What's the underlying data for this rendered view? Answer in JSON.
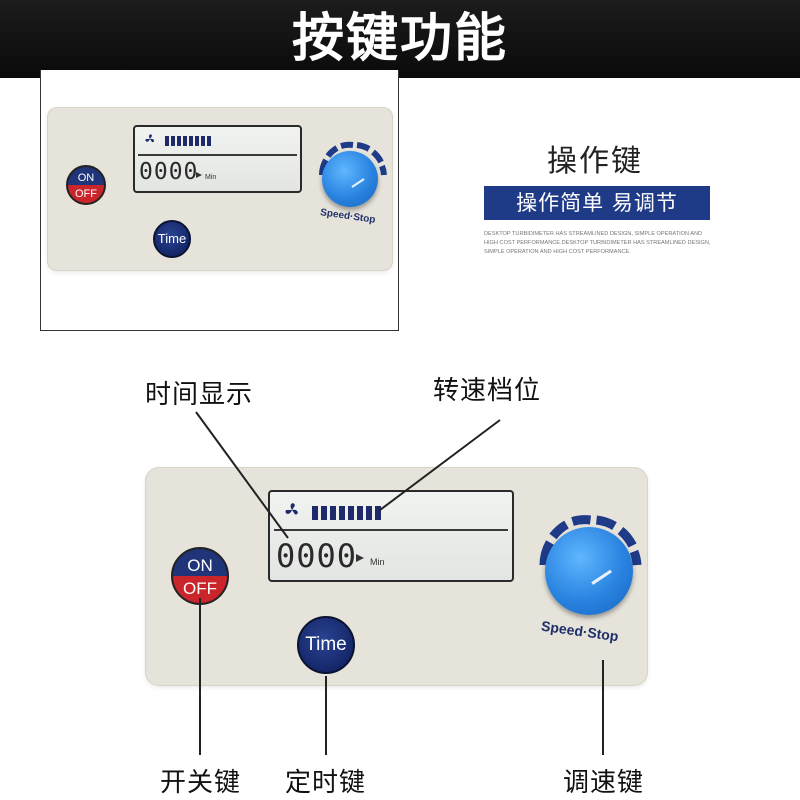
{
  "banner": {
    "title": "按键功能"
  },
  "panel_top": {
    "lcd": {
      "time": "0000",
      "unit": "Min",
      "speed_level_bars": 8
    },
    "onoff": {
      "on": "ON",
      "off": "OFF"
    },
    "time_button": "Time",
    "knob_label": "Speed·Stop"
  },
  "side": {
    "heading": "操作键",
    "tag": "操作简单 易调节",
    "fine_print": "DESKTOP TURBIDIMETER HAS STREAMLINED DESIGN, SIMPLE OPERATION AND HIGH COST PERFORMANCE.DESKTOP TURBIDIMETER HAS STREAMLINED DESIGN, SIMPLE OPERATION AND HIGH COST PERFORMANCE."
  },
  "panel_main": {
    "lcd": {
      "time": "0000",
      "unit": "Min",
      "speed_level_bars": 8
    },
    "onoff": {
      "on": "ON",
      "off": "OFF"
    },
    "time_button": "Time",
    "knob_label": "Speed·Stop"
  },
  "callouts": {
    "time_display": "时间显示",
    "speed_level": "转速档位",
    "power_key": "开关键",
    "timer_key": "定时键",
    "speed_key": "调速键"
  },
  "colors": {
    "banner_bg": "#111111",
    "panel_bg": "#e6e3da",
    "brand_blue": "#1f3a86",
    "knob_blue": "#2a83e0",
    "off_red": "#c9252b"
  }
}
